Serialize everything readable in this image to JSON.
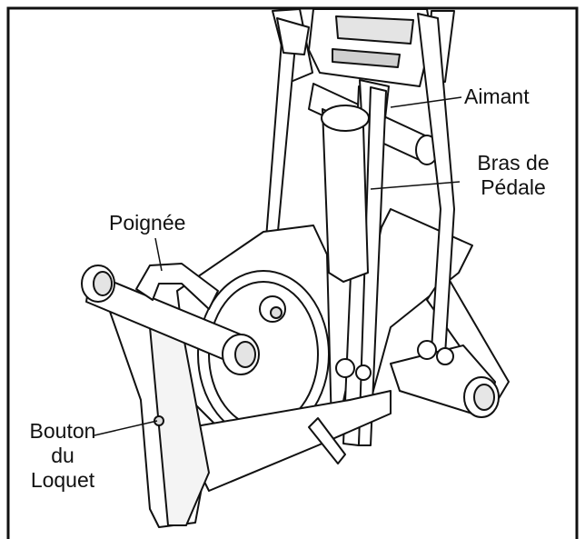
{
  "labels": {
    "aimant": "Aimant",
    "bras_line1": "Bras de",
    "bras_line2": "Pédale",
    "poignee": "Poignée",
    "bouton_line1": "Bouton",
    "bouton_line2": "du",
    "bouton_line3": "Loquet"
  },
  "colors": {
    "stroke": "#111111",
    "fill": "#ffffff",
    "shade": "#d9d9d9"
  }
}
